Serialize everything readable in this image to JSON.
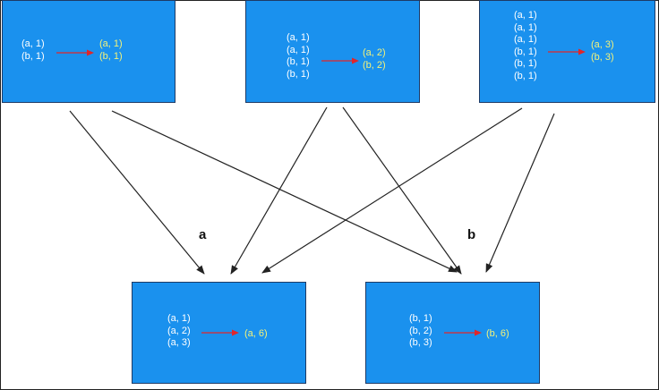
{
  "colors": {
    "box_fill": "#1a91ee",
    "box_border": "#1d3a66",
    "input_text": "#ffffff",
    "output_text": "#f2f27a",
    "reduce_arrow": "#e0262a",
    "edge": "#222222"
  },
  "map_tasks": [
    {
      "inputs": [
        "(a, 1)",
        "(b, 1)"
      ],
      "outputs": [
        "(a, 1)",
        "(b, 1)"
      ]
    },
    {
      "inputs": [
        "(a, 1)",
        "(a, 1)",
        "(b, 1)",
        "(b, 1)"
      ],
      "outputs": [
        "(a, 2)",
        "(b, 2)"
      ]
    },
    {
      "inputs": [
        "(a, 1)",
        "(a, 1)",
        "(a, 1)",
        "(b, 1)",
        "(b, 1)",
        "(b, 1)"
      ],
      "outputs": [
        "(a, 3)",
        "(b, 3)"
      ]
    }
  ],
  "reduce_tasks": [
    {
      "label": "a",
      "inputs": [
        "(a, 1)",
        "(a, 2)",
        "(a, 3)"
      ],
      "outputs": [
        "(a, 6)"
      ]
    },
    {
      "label": "b",
      "inputs": [
        "(b, 1)",
        "(b, 2)",
        "(b, 3)"
      ],
      "outputs": [
        "(b, 6)"
      ]
    }
  ]
}
